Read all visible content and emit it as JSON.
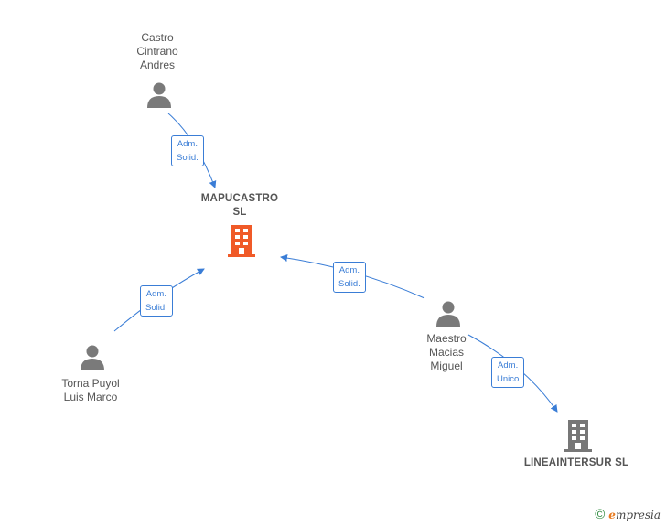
{
  "nodes": {
    "castro": {
      "label": "Castro\nCintrano\nAndres",
      "type": "person"
    },
    "mapucastro": {
      "label": "MAPUCASTRO\nSL",
      "type": "company-main"
    },
    "torna": {
      "label": "Torna Puyol\nLuis Marco",
      "type": "person"
    },
    "maestro": {
      "label": "Maestro\nMacias\nMiguel",
      "type": "person"
    },
    "lineaintersur": {
      "label": "LINEAINTERSUR SL",
      "type": "company"
    }
  },
  "edges": {
    "castro_mapucastro": {
      "label": "Adm.\nSolid."
    },
    "torna_mapucastro": {
      "label": "Adm.\nSolid."
    },
    "maestro_mapucastro": {
      "label": "Adm.\nSolid."
    },
    "maestro_lineaintersur": {
      "label": "Adm.\nUnico"
    }
  },
  "colors": {
    "edge": "#3a7dd6",
    "person_icon": "#7a7a7a",
    "company_main": "#f05a28",
    "company": "#777777"
  },
  "footer": {
    "copyright": "©",
    "brand_initial": "e",
    "brand_rest": "mpresia"
  }
}
